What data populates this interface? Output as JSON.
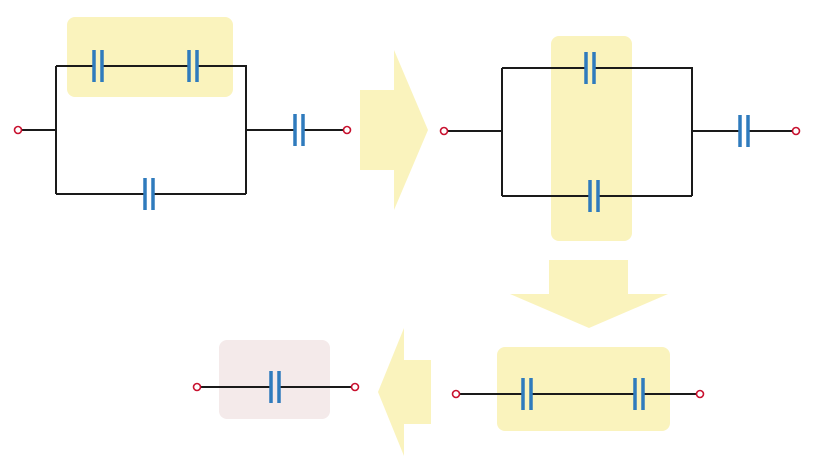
{
  "diagram": {
    "steps": [
      {
        "id": "circuit-1"
      },
      {
        "id": "circuit-2"
      },
      {
        "id": "circuit-3"
      },
      {
        "id": "circuit-4"
      }
    ],
    "colors": {
      "wire": "#1a1a1a",
      "capacitor": "#2f7bbd",
      "terminal": "#c8102e",
      "highlight": "#faf3bd",
      "result_highlight": "#f4eaea",
      "arrow": "#faf3bd"
    }
  }
}
